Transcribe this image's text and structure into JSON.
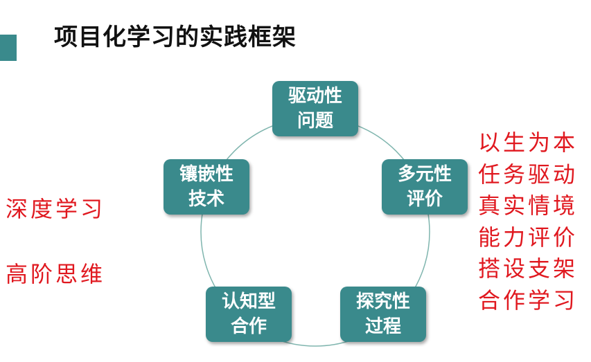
{
  "title": "项目化学习的实践框架",
  "colors": {
    "node_fill": "#3a8a8c",
    "accent": "#3a8a8c",
    "side_text": "#e0181f",
    "ring": "#7fb5ae"
  },
  "cycle_nodes": [
    {
      "id": "driving-question",
      "line1": "驱动性",
      "line2": "问题"
    },
    {
      "id": "diverse-evaluation",
      "line1": "多元性",
      "line2": "评价"
    },
    {
      "id": "inquiry-process",
      "line1": "探究性",
      "line2": "过程"
    },
    {
      "id": "cognitive-cooperation",
      "line1": "认知型",
      "line2": "合作"
    },
    {
      "id": "embedded-technology",
      "line1": "镶嵌性",
      "line2": "技术"
    }
  ],
  "left_notes": [
    "深度学习",
    "高阶思维"
  ],
  "right_notes": [
    "以生为本",
    "任务驱动",
    "真实情境",
    "能力评价",
    "搭设支架",
    "合作学习"
  ]
}
